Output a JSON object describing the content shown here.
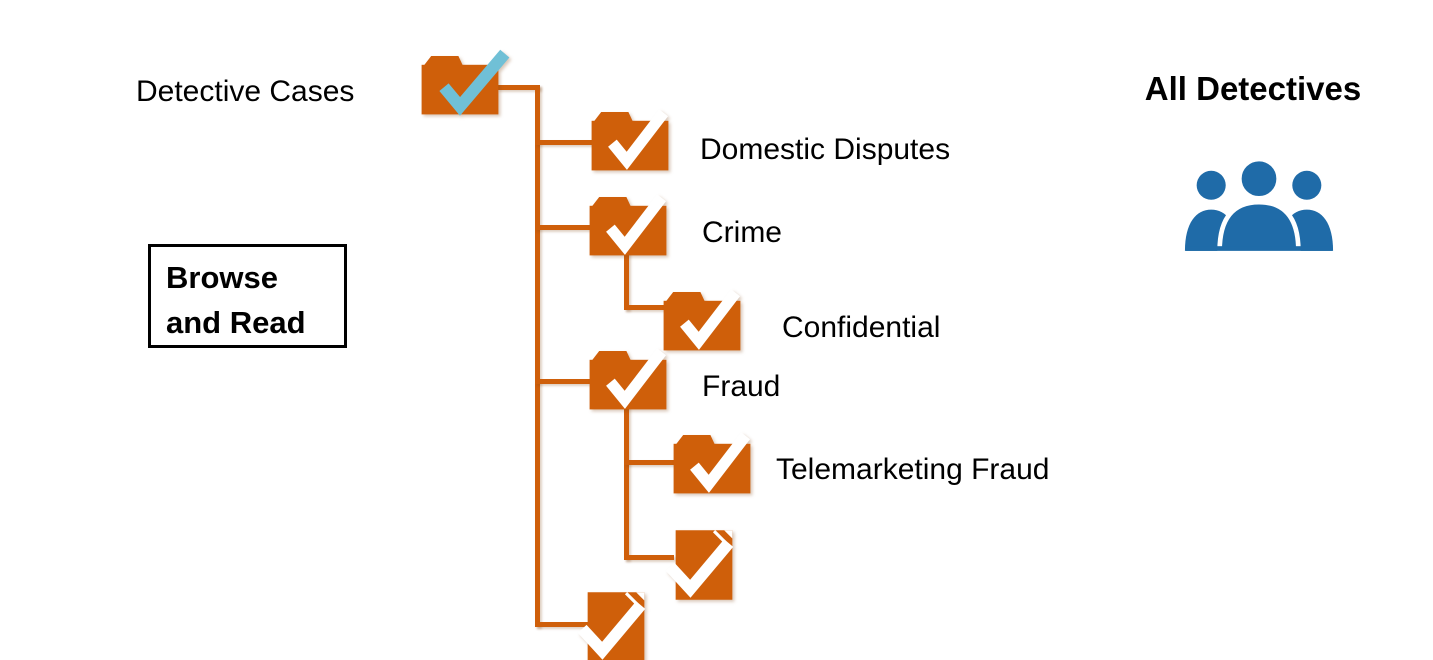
{
  "colors": {
    "folder_orange": "#CF5F0A",
    "root_check_blue": "#70C0D6",
    "check_white": "#FFFFFF",
    "people_blue": "#1F6BA8",
    "text_black": "#000000"
  },
  "tree": {
    "root": {
      "label": "Detective Cases",
      "icon": "folder-check-icon",
      "check_color": "light-blue"
    },
    "children": [
      {
        "label": "Domestic Disputes",
        "icon": "folder-check-icon"
      },
      {
        "label": "Crime",
        "icon": "folder-check-icon",
        "children": [
          {
            "label": "Confidential",
            "icon": "folder-check-icon"
          }
        ]
      },
      {
        "label": "Fraud",
        "icon": "folder-check-icon",
        "children": [
          {
            "label": "Telemarketing Fraud",
            "icon": "folder-check-icon"
          },
          {
            "label": "",
            "icon": "document-check-icon"
          }
        ]
      },
      {
        "label": "",
        "icon": "document-check-icon"
      }
    ]
  },
  "permission_box": {
    "lines": [
      "Browse",
      "and Read"
    ]
  },
  "audience": {
    "title": "All Detectives",
    "icon": "people-group-icon"
  }
}
